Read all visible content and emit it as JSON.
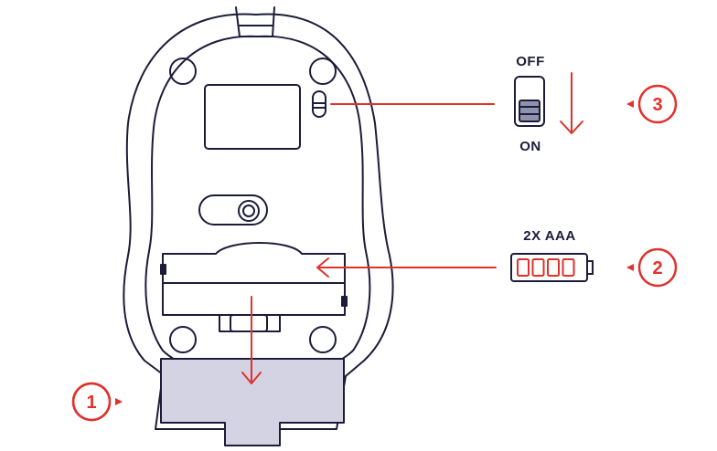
{
  "labels": {
    "switch_off": "OFF",
    "switch_on": "ON",
    "battery_type": "2X AAA"
  },
  "steps": [
    {
      "number": "1"
    },
    {
      "number": "2"
    },
    {
      "number": "3"
    }
  ],
  "colors": {
    "outline": "#1c1c3a",
    "accent": "#e0312b",
    "cover_fill": "#d4d3e3"
  },
  "icons": {
    "power_switch": "slide-switch-icon",
    "battery": "battery-icon",
    "direction": "arrow-down-icon"
  },
  "battery_cells": 4
}
